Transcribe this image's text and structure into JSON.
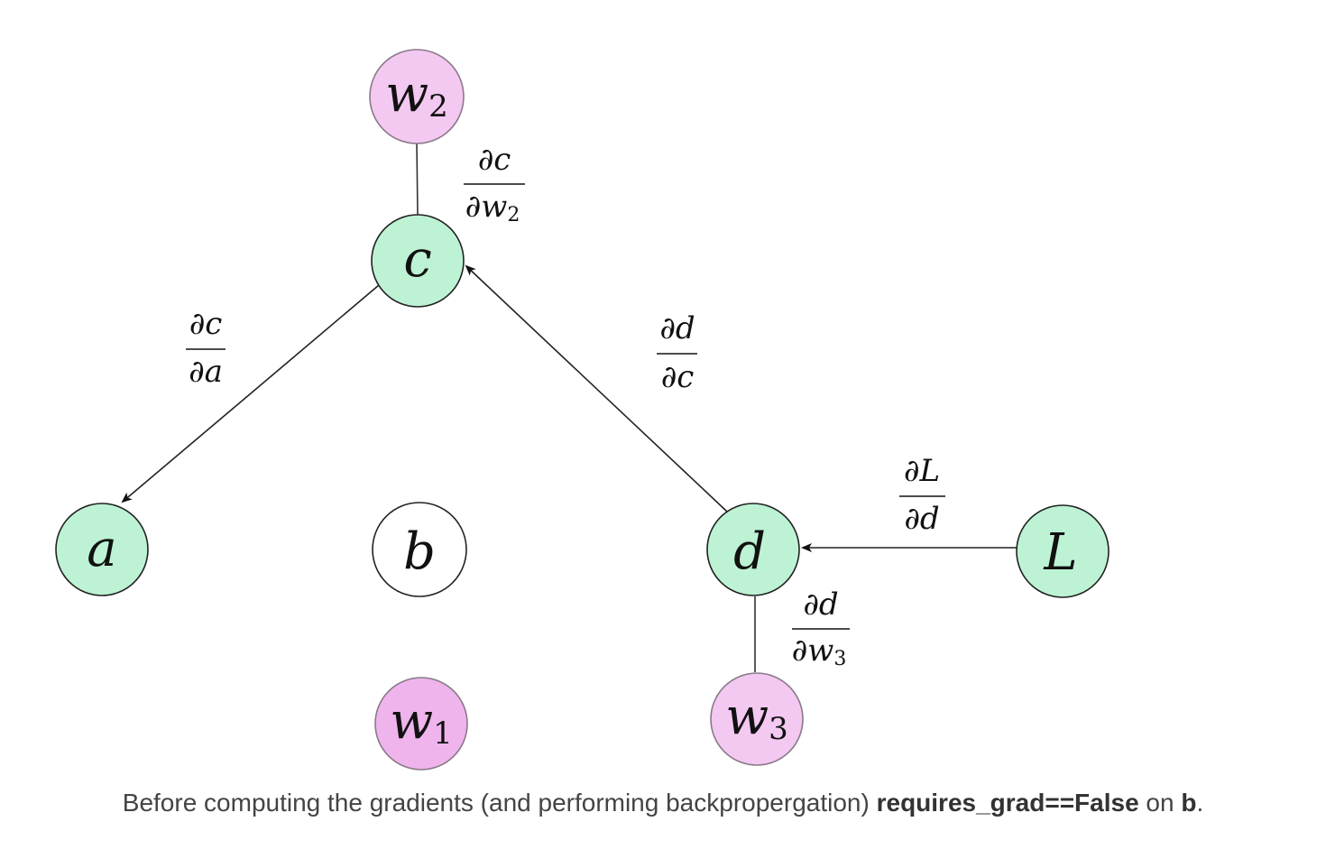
{
  "colors": {
    "green_fill": "#BDF3D4",
    "pink_fill": "#F3C8F1",
    "magenta_fill": "#EFB4EC",
    "white_fill": "#FFFFFF",
    "node_stroke": "#222222",
    "pink_stroke": "#8a7a8a"
  },
  "nodes": {
    "w2": {
      "base": "w",
      "sub": "2"
    },
    "c": {
      "label": "c"
    },
    "a": {
      "label": "a"
    },
    "b": {
      "label": "b"
    },
    "d": {
      "label": "d"
    },
    "L": {
      "label": "L"
    },
    "w1": {
      "base": "w",
      "sub": "1"
    },
    "w3": {
      "base": "w",
      "sub": "3"
    }
  },
  "gradients": {
    "dc_dw2": {
      "num": "∂c",
      "den_base": "∂w",
      "den_sub": "2"
    },
    "dc_da": {
      "num": "∂c",
      "den": "∂a"
    },
    "dd_dc": {
      "num": "∂d",
      "den": "∂c"
    },
    "dL_dd": {
      "num": "∂L",
      "den": "∂d"
    },
    "dd_dw3": {
      "num": "∂d",
      "den_base": "∂w",
      "den_sub": "3"
    }
  },
  "caption": {
    "prefix": "Before computing the gradients (and performing backpropergation) ",
    "code": "requires_grad==False",
    "middle": " on ",
    "var": "b",
    "suffix": "."
  }
}
